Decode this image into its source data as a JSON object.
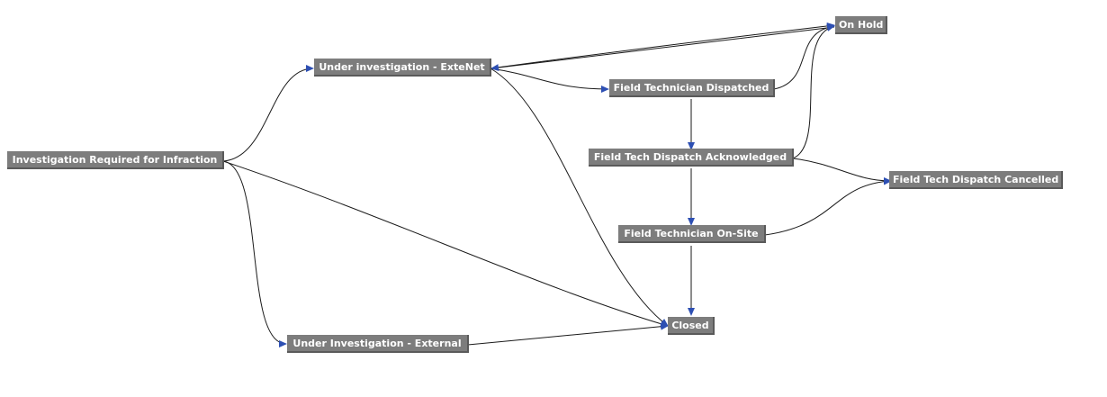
{
  "states": {
    "investigation_required": "Investigation Required for Infraction",
    "under_investigation_extenet": "Under investigation - ExteNet",
    "under_investigation_external": "Under Investigation - External",
    "field_technician_dispatched": "Field Technician Dispatched",
    "field_tech_dispatch_acknowledged": "Field Tech Dispatch Acknowledged",
    "field_technician_on_site": "Field Technician On-Site",
    "on_hold": "On Hold",
    "field_tech_dispatch_cancelled": "Field Tech Dispatch Cancelled",
    "closed": "Closed"
  },
  "transitions": [
    {
      "from": "investigation_required",
      "to": "under_investigation_extenet"
    },
    {
      "from": "investigation_required",
      "to": "under_investigation_external"
    },
    {
      "from": "investigation_required",
      "to": "closed"
    },
    {
      "from": "under_investigation_extenet",
      "to": "field_technician_dispatched"
    },
    {
      "from": "under_investigation_extenet",
      "to": "on_hold"
    },
    {
      "from": "under_investigation_extenet",
      "to": "closed"
    },
    {
      "from": "on_hold",
      "to": "under_investigation_extenet"
    },
    {
      "from": "field_technician_dispatched",
      "to": "field_tech_dispatch_acknowledged"
    },
    {
      "from": "field_technician_dispatched",
      "to": "on_hold"
    },
    {
      "from": "field_tech_dispatch_acknowledged",
      "to": "on_hold"
    },
    {
      "from": "field_tech_dispatch_acknowledged",
      "to": "field_technician_on_site"
    },
    {
      "from": "field_tech_dispatch_acknowledged",
      "to": "field_tech_dispatch_cancelled"
    },
    {
      "from": "field_technician_on_site",
      "to": "field_tech_dispatch_cancelled"
    },
    {
      "from": "field_technician_on_site",
      "to": "closed"
    },
    {
      "from": "under_investigation_external",
      "to": "closed"
    }
  ],
  "colors": {
    "node_fill": "#7d7d7d",
    "node_text": "#ffffff",
    "edge": "#1a1a1a",
    "arrowhead": "#2d4fb3"
  }
}
